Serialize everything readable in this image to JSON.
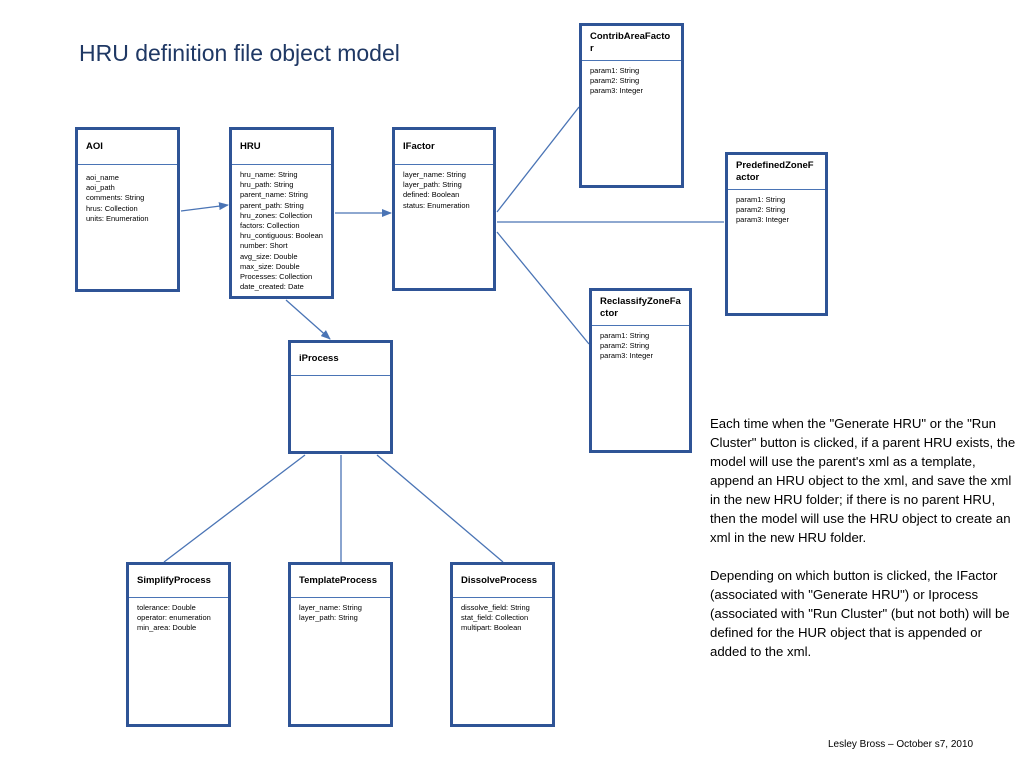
{
  "title": "HRU definition file object model",
  "classes": {
    "aoi": {
      "name": "AOI",
      "attributes": [
        "aoi_name",
        "aoi_path",
        "comments: String",
        "hrus: Collection",
        "units: Enumeration"
      ]
    },
    "hru": {
      "name": "HRU",
      "attributes": [
        "hru_name: String",
        "hru_path: String",
        "parent_name: String",
        "parent_path: String",
        "hru_zones: Collection",
        "factors: Collection",
        "hru_contiguous: Boolean",
        "number: Short",
        "avg_size: Double",
        "max_size: Double",
        "Processes: Collection",
        "date_created: Date"
      ]
    },
    "ifactor": {
      "name": "IFactor",
      "attributes": [
        "layer_name: String",
        "layer_path: String",
        "defined: Boolean",
        "status: Enumeration"
      ]
    },
    "contrib": {
      "name": "ContribAreaFactor",
      "attributes": [
        "param1: String",
        "param2: String",
        "param3: Integer"
      ]
    },
    "predef": {
      "name": "PredefinedZoneFactor",
      "attributes": [
        "param1: String",
        "param2: String",
        "param3: Integer"
      ]
    },
    "reclass": {
      "name": "ReclassifyZoneFactor",
      "attributes": [
        "param1: String",
        "param2: String",
        "param3: Integer"
      ]
    },
    "iprocess": {
      "name": "iProcess",
      "attributes": []
    },
    "simplify": {
      "name": "SimplifyProcess",
      "attributes": [
        "tolerance: Double",
        "operator: enumeration",
        "min_area: Double"
      ]
    },
    "template": {
      "name": "TemplateProcess",
      "attributes": [
        "layer_name: String",
        "layer_path: String"
      ]
    },
    "dissolve": {
      "name": "DissolveProcess",
      "attributes": [
        "dissolve_field: String",
        "stat_field: Collection",
        "multipart: Boolean"
      ]
    }
  },
  "connectors": [
    {
      "from": "aoi",
      "to": "hru",
      "arrow": true
    },
    {
      "from": "hru",
      "to": "ifactor",
      "arrow": true
    },
    {
      "from": "hru",
      "to": "iprocess",
      "arrow": true
    },
    {
      "from": "ifactor",
      "to": "contrib",
      "arrow": false
    },
    {
      "from": "ifactor",
      "to": "predef",
      "arrow": false
    },
    {
      "from": "ifactor",
      "to": "reclass",
      "arrow": false
    },
    {
      "from": "iprocess",
      "to": "simplify",
      "arrow": false
    },
    {
      "from": "iprocess",
      "to": "template",
      "arrow": false
    },
    {
      "from": "iprocess",
      "to": "dissolve",
      "arrow": false
    }
  ],
  "colors": {
    "box_border": "#2f5496",
    "line": "#4a74b5",
    "title": "#1f3864"
  },
  "notes": [
    "Each time when the \"Generate HRU\" or the \"Run Cluster\" button is clicked, if a parent HRU exists, the model will use the parent's xml as a template, append an HRU object to the xml, and save the xml in the new HRU folder; if there is no parent HRU, then the model will use the HRU object to create an xml in the new HRU folder.",
    "Depending on which button is clicked, the IFactor (associated with \"Generate HRU\") or Iprocess (associated with \"Run Cluster\" (but not both) will be defined for the HUR object that is appended or added to the xml."
  ],
  "footer": "Lesley Bross – October s7, 2010"
}
